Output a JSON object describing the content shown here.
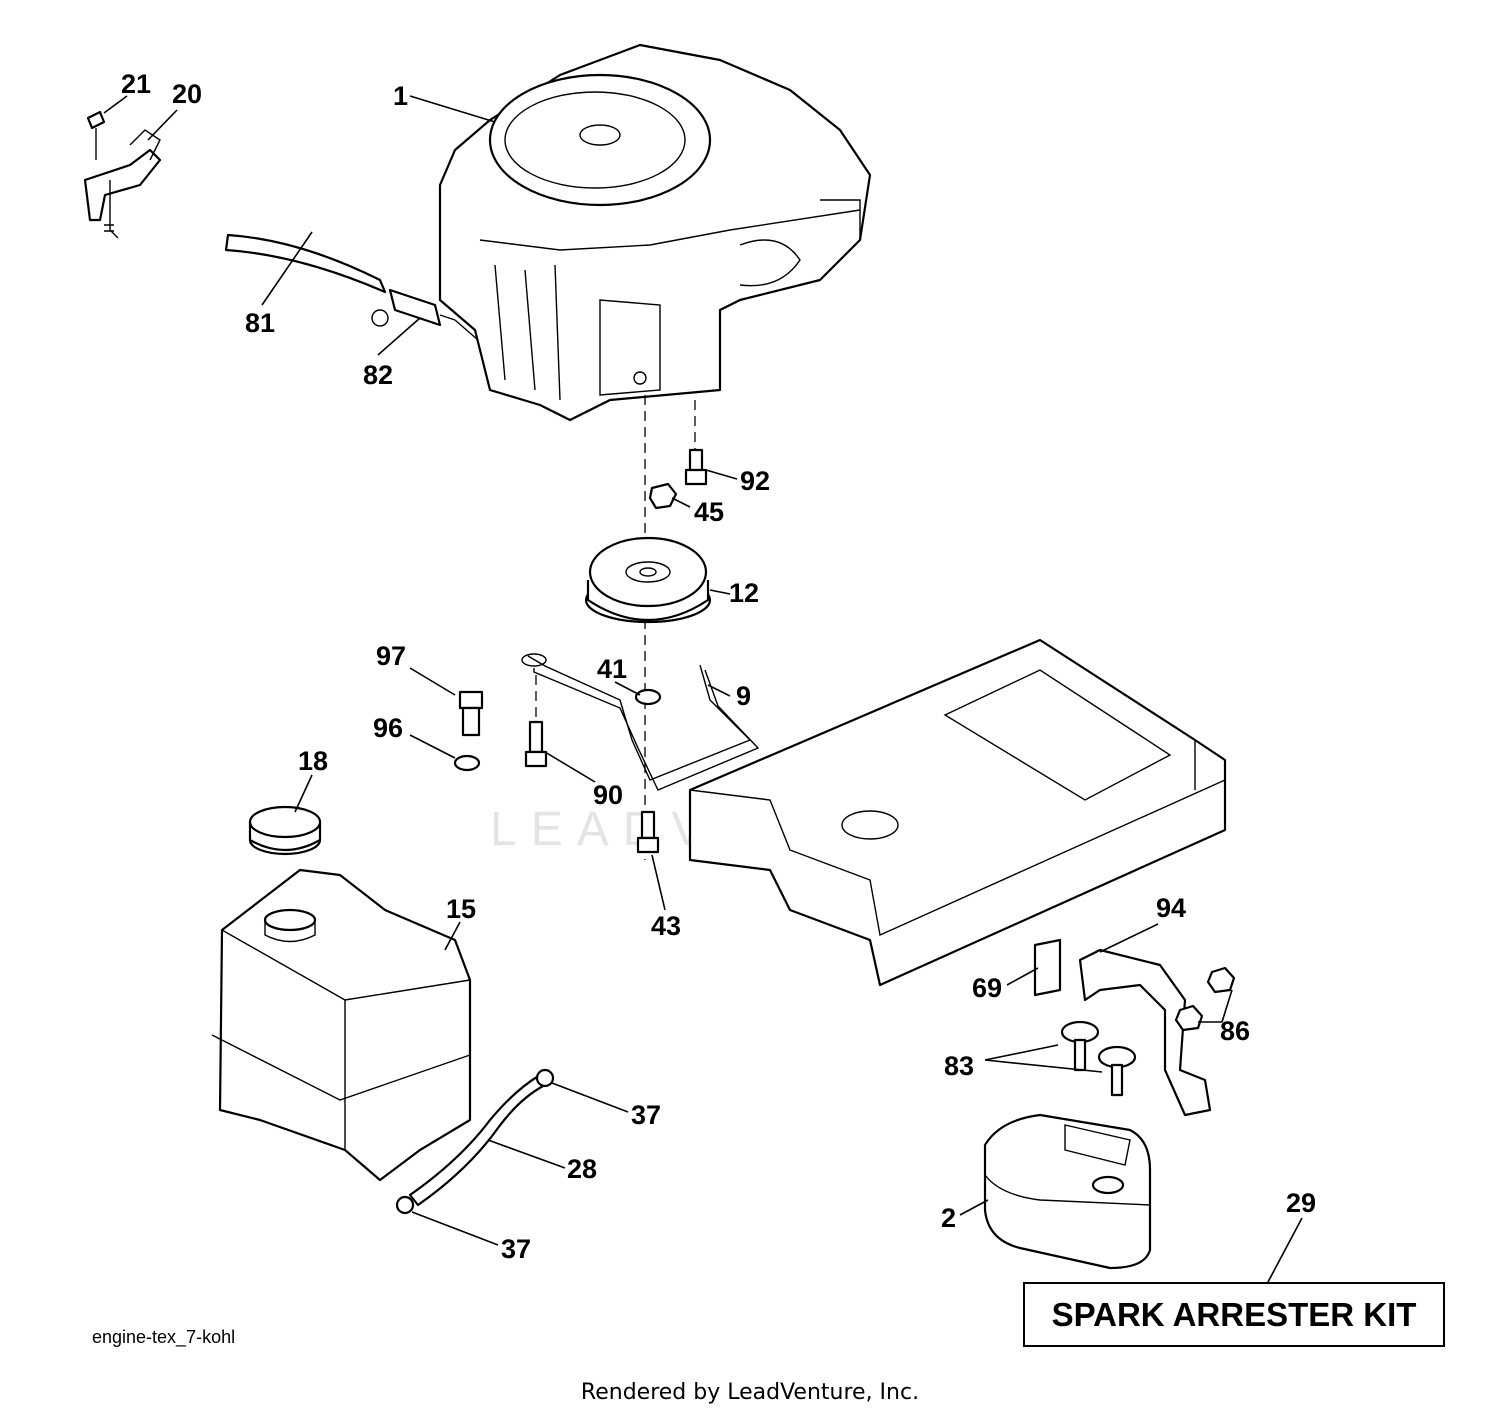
{
  "diagram": {
    "watermark": "LEADVENTURE",
    "diagram_id": "engine-tex_7-kohl",
    "footer": "Rendered by LeadVenture, Inc.",
    "kit_box_label": "SPARK ARRESTER KIT"
  },
  "callouts": {
    "c1": "1",
    "c20": "20",
    "c21": "21",
    "c81": "81",
    "c82": "82",
    "c92": "92",
    "c45": "45",
    "c12": "12",
    "c97": "97",
    "c41": "41",
    "c9": "9",
    "c96": "96",
    "c90": "90",
    "c18": "18",
    "c43": "43",
    "c15": "15",
    "c94": "94",
    "c69": "69",
    "c86": "86",
    "c83": "83",
    "c37a": "37",
    "c28": "28",
    "c37b": "37",
    "c2": "2",
    "c29": "29"
  }
}
